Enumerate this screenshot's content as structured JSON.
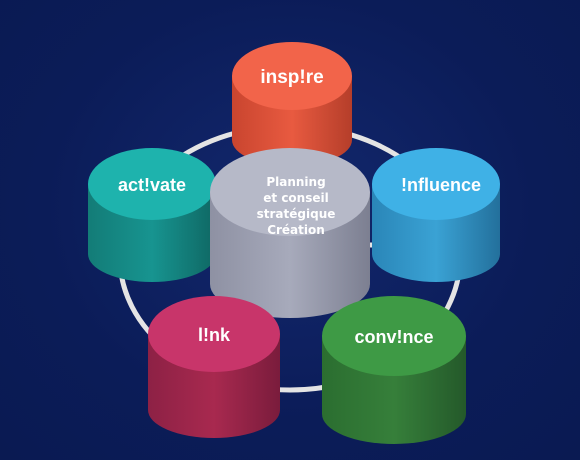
{
  "nodes": {
    "inspire": {
      "label": "insp!re",
      "color": "#f2644a"
    },
    "influence": {
      "label": "!nfluence",
      "color": "#3fb1e6"
    },
    "convince": {
      "label": "conv!nce",
      "color": "#3e9a45"
    },
    "link": {
      "label": "l!nk",
      "color": "#c8356a"
    },
    "activate": {
      "label": "act!vate",
      "color": "#1eb3ad"
    }
  },
  "center": {
    "lines": [
      "Planning",
      "et conseil",
      "stratégique",
      "Création"
    ],
    "color": "#b6b9c8"
  },
  "ring_color": "#e4e4e4"
}
